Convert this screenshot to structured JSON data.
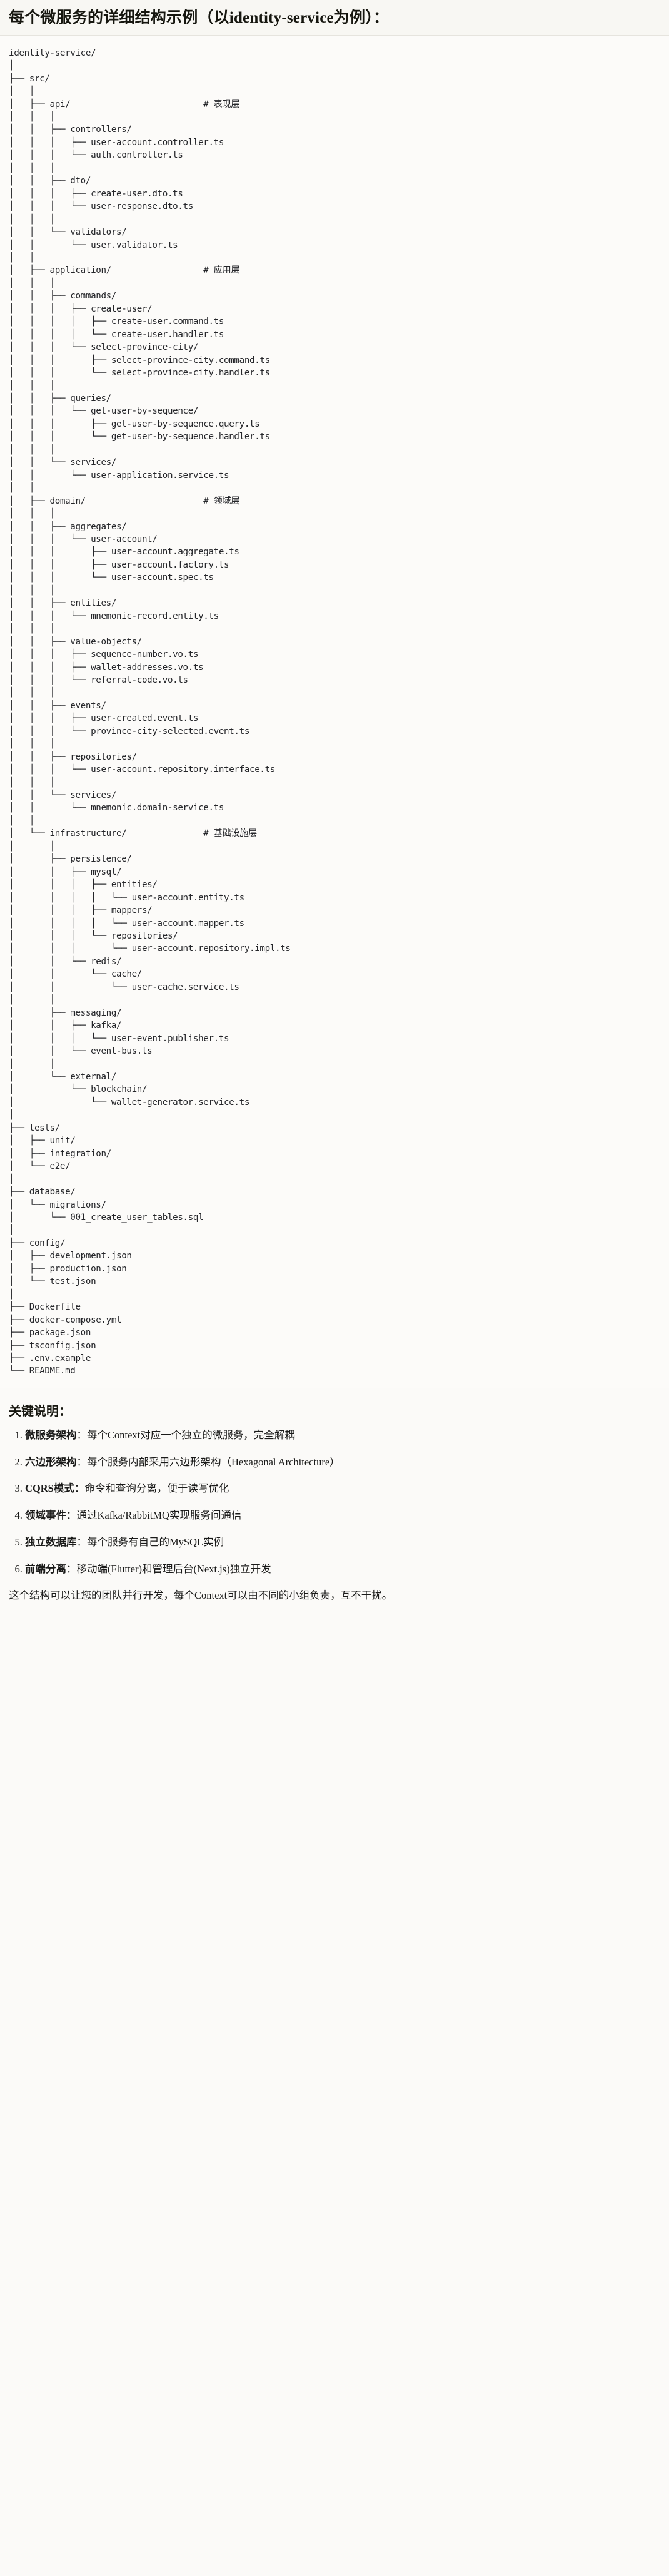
{
  "header": {
    "title": "每个微服务的详细结构示例（以identity-service为例）："
  },
  "tree": {
    "root": "identity-service/",
    "lines": [
      "identity-service/",
      "│",
      "├── src/",
      "│   │",
      "│   ├── api/                          # 表现层",
      "│   │   │",
      "│   │   ├── controllers/",
      "│   │   │   ├── user-account.controller.ts",
      "│   │   │   └── auth.controller.ts",
      "│   │   │",
      "│   │   ├── dto/",
      "│   │   │   ├── create-user.dto.ts",
      "│   │   │   └── user-response.dto.ts",
      "│   │   │",
      "│   │   └── validators/",
      "│   │       └── user.validator.ts",
      "│   │",
      "│   ├── application/                  # 应用层",
      "│   │   │",
      "│   │   ├── commands/",
      "│   │   │   ├── create-user/",
      "│   │   │   │   ├── create-user.command.ts",
      "│   │   │   │   └── create-user.handler.ts",
      "│   │   │   └── select-province-city/",
      "│   │   │       ├── select-province-city.command.ts",
      "│   │   │       └── select-province-city.handler.ts",
      "│   │   │",
      "│   │   ├── queries/",
      "│   │   │   └── get-user-by-sequence/",
      "│   │   │       ├── get-user-by-sequence.query.ts",
      "│   │   │       └── get-user-by-sequence.handler.ts",
      "│   │   │",
      "│   │   └── services/",
      "│   │       └── user-application.service.ts",
      "│   │",
      "│   ├── domain/                       # 领域层",
      "│   │   │",
      "│   │   ├── aggregates/",
      "│   │   │   └── user-account/",
      "│   │   │       ├── user-account.aggregate.ts",
      "│   │   │       ├── user-account.factory.ts",
      "│   │   │       └── user-account.spec.ts",
      "│   │   │",
      "│   │   ├── entities/",
      "│   │   │   └── mnemonic-record.entity.ts",
      "│   │   │",
      "│   │   ├── value-objects/",
      "│   │   │   ├── sequence-number.vo.ts",
      "│   │   │   ├── wallet-addresses.vo.ts",
      "│   │   │   └── referral-code.vo.ts",
      "│   │   │",
      "│   │   ├── events/",
      "│   │   │   ├── user-created.event.ts",
      "│   │   │   └── province-city-selected.event.ts",
      "│   │   │",
      "│   │   ├── repositories/",
      "│   │   │   └── user-account.repository.interface.ts",
      "│   │   │",
      "│   │   └── services/",
      "│   │       └── mnemonic.domain-service.ts",
      "│   │",
      "│   └── infrastructure/               # 基础设施层",
      "│       │",
      "│       ├── persistence/",
      "│       │   ├── mysql/",
      "│       │   │   ├── entities/",
      "│       │   │   │   └── user-account.entity.ts",
      "│       │   │   ├── mappers/",
      "│       │   │   │   └── user-account.mapper.ts",
      "│       │   │   └── repositories/",
      "│       │   │       └── user-account.repository.impl.ts",
      "│       │   └── redis/",
      "│       │       └── cache/",
      "│       │           └── user-cache.service.ts",
      "│       │",
      "│       ├── messaging/",
      "│       │   ├── kafka/",
      "│       │   │   └── user-event.publisher.ts",
      "│       │   └── event-bus.ts",
      "│       │",
      "│       └── external/",
      "│           └── blockchain/",
      "│               └── wallet-generator.service.ts",
      "│",
      "├── tests/",
      "│   ├── unit/",
      "│   ├── integration/",
      "│   └── e2e/",
      "│",
      "├── database/",
      "│   └── migrations/",
      "│       └── 001_create_user_tables.sql",
      "│",
      "├── config/",
      "│   ├── development.json",
      "│   ├── production.json",
      "│   └── test.json",
      "│",
      "├── Dockerfile",
      "├── docker-compose.yml",
      "├── package.json",
      "├── tsconfig.json",
      "├── .env.example",
      "└── README.md"
    ],
    "comments": [
      "# 表现层",
      "# 应用层",
      "# 领域层",
      "# 基础设施层"
    ]
  },
  "notes": {
    "title": "关键说明：",
    "items": [
      {
        "term": "微服务架构",
        "text": "：每个Context对应一个独立的微服务，完全解耦"
      },
      {
        "term": "六边形架构",
        "text": "：每个服务内部采用六边形架构（Hexagonal Architecture）"
      },
      {
        "term": "CQRS模式",
        "text": "：命令和查询分离，便于读写优化"
      },
      {
        "term": "领域事件",
        "text": "：通过Kafka/RabbitMQ实现服务间通信"
      },
      {
        "term": "独立数据库",
        "text": "：每个服务有自己的MySQL实例"
      },
      {
        "term": "前端分离",
        "text": "：移动端(Flutter)和管理后台(Next.js)独立开发"
      }
    ],
    "closing": "这个结构可以让您的团队并行开发，每个Context可以由不同的小组负责，互不干扰。"
  }
}
